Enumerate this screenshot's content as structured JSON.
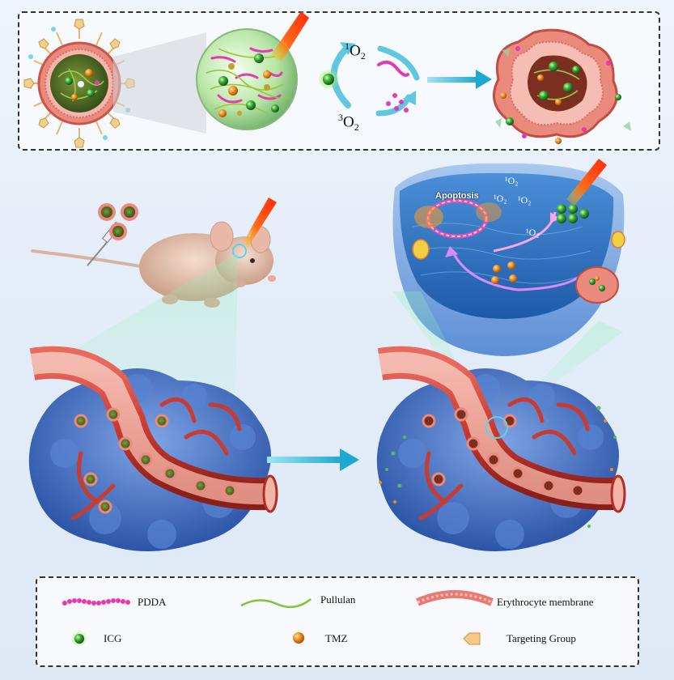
{
  "reaction": {
    "singlet_sup": "1",
    "singlet_base": "O",
    "singlet_sub": "2",
    "triplet_sup": "3",
    "triplet_base": "O",
    "triplet_sub": "2"
  },
  "cell": {
    "apoptosis": "Apoptosis",
    "ros_labels": [
      "¹O₂",
      "¹O₂",
      "¹O₂",
      "¹O₂"
    ]
  },
  "legend": {
    "pdda": "PDDA",
    "pullulan": "Pullulan",
    "erythrocyte": "Erythrocyte membrane",
    "icg": "ICG",
    "tmz": "TMZ",
    "targeting": "Targeting Group"
  },
  "colors": {
    "pdda": "#e23bb4",
    "pullulan": "#7cc63a",
    "membrane": "#e97a72",
    "icg": "#2b9a35",
    "tmz": "#f08a1c",
    "targeting": "#f3c989",
    "vessel": "#d9443b",
    "tumor": "#3f6fc7",
    "arrow": "#33b5d6",
    "laser": "#ff3d1a"
  }
}
